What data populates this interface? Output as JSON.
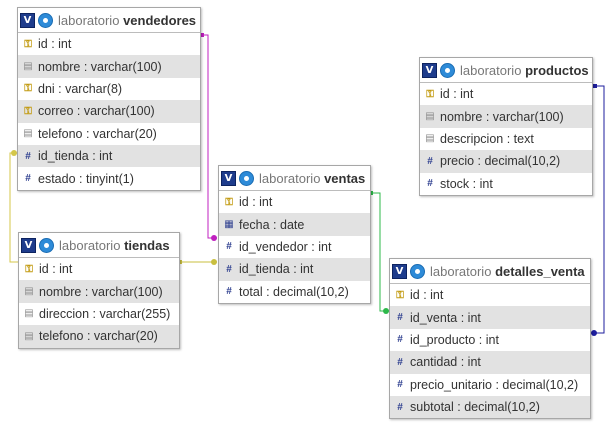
{
  "colors": {
    "link_tiendas_vendedores": "#d4c74a",
    "link_vendedores_ventas": "#c020c0",
    "link_tiendas_ventas": "#c9bf3f",
    "link_ventas_detalles": "#2db84a",
    "link_productos_detalles": "#1e1e9e"
  },
  "tables": {
    "vendedores": {
      "db": "laboratorio",
      "name": "vendedores",
      "toggle": "V",
      "columns": [
        {
          "label": "id : int",
          "icon": "key-icon"
        },
        {
          "label": "nombre : varchar(100)",
          "icon": "string-icon"
        },
        {
          "label": "dni : varchar(8)",
          "icon": "key-icon"
        },
        {
          "label": "correo : varchar(100)",
          "icon": "key-icon"
        },
        {
          "label": "telefono : varchar(20)",
          "icon": "string-icon"
        },
        {
          "label": "id_tienda : int",
          "icon": "number-icon"
        },
        {
          "label": "estado : tinyint(1)",
          "icon": "number-icon"
        }
      ]
    },
    "tiendas": {
      "db": "laboratorio",
      "name": "tiendas",
      "toggle": "V",
      "columns": [
        {
          "label": "id : int",
          "icon": "key-icon"
        },
        {
          "label": "nombre : varchar(100)",
          "icon": "string-icon"
        },
        {
          "label": "direccion : varchar(255)",
          "icon": "string-icon"
        },
        {
          "label": "telefono : varchar(20)",
          "icon": "string-icon"
        }
      ]
    },
    "ventas": {
      "db": "laboratorio",
      "name": "ventas",
      "toggle": "V",
      "columns": [
        {
          "label": "id : int",
          "icon": "key-icon"
        },
        {
          "label": "fecha : date",
          "icon": "date-icon"
        },
        {
          "label": "id_vendedor : int",
          "icon": "number-icon"
        },
        {
          "label": "id_tienda : int",
          "icon": "number-icon"
        },
        {
          "label": "total : decimal(10,2)",
          "icon": "number-icon"
        }
      ]
    },
    "productos": {
      "db": "laboratorio",
      "name": "productos",
      "toggle": "V",
      "columns": [
        {
          "label": "id : int",
          "icon": "key-icon"
        },
        {
          "label": "nombre : varchar(100)",
          "icon": "string-icon"
        },
        {
          "label": "descripcion : text",
          "icon": "string-icon"
        },
        {
          "label": "precio : decimal(10,2)",
          "icon": "number-icon"
        },
        {
          "label": "stock : int",
          "icon": "number-icon"
        }
      ]
    },
    "detalles_venta": {
      "db": "laboratorio",
      "name": "detalles_venta",
      "toggle": "V",
      "columns": [
        {
          "label": "id : int",
          "icon": "key-icon"
        },
        {
          "label": "id_venta : int",
          "icon": "number-icon"
        },
        {
          "label": "id_producto : int",
          "icon": "number-icon"
        },
        {
          "label": "cantidad : int",
          "icon": "number-icon"
        },
        {
          "label": "precio_unitario : decimal(10,2)",
          "icon": "number-icon"
        },
        {
          "label": "subtotal : decimal(10,2)",
          "icon": "number-icon"
        }
      ]
    }
  }
}
